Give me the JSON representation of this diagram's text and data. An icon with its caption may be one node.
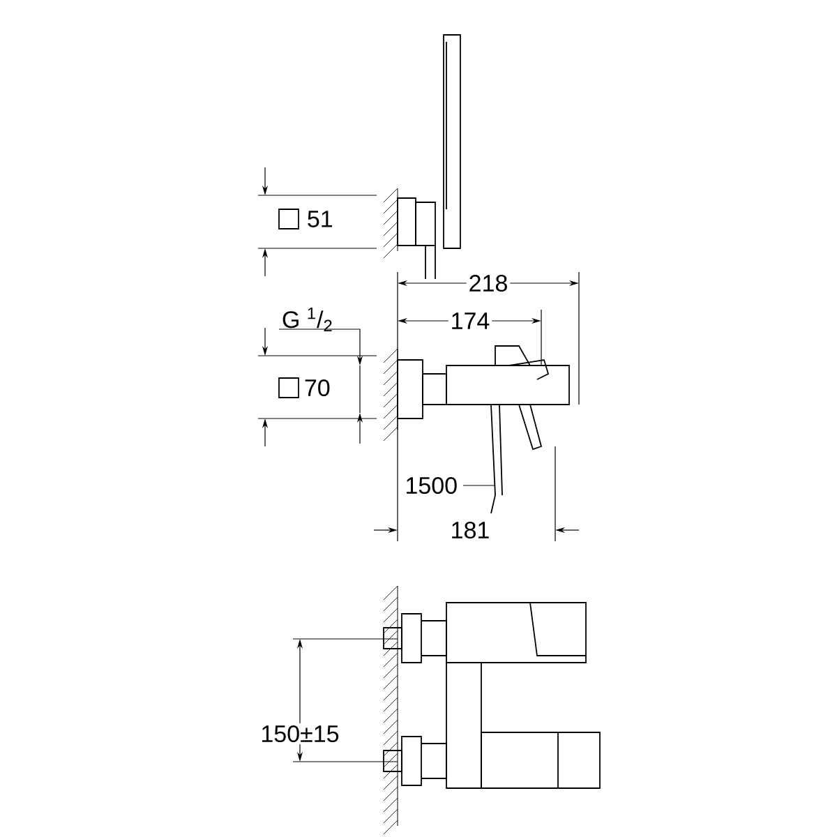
{
  "diagram": {
    "labels": [
      "51",
      "218",
      "G $^{1}$/$_{2}$",
      "174",
      "70",
      "1500",
      "181",
      "150±15"
    ]
  }
}
